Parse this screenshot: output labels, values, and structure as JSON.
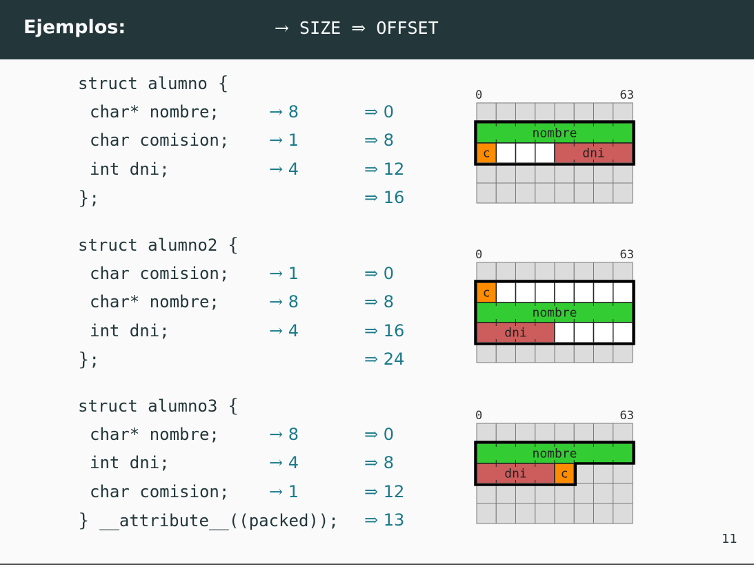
{
  "header": {
    "title": "Ejemplos:",
    "size_arrow": "→",
    "size_label": "SIZE",
    "offset_arrow": "⇒",
    "offset_label": "OFFSET"
  },
  "structs": [
    {
      "open": "struct alumno",
      "fields": [
        {
          "decl": "char* nombre;",
          "size": "8",
          "offset": "0"
        },
        {
          "decl": "char comision;",
          "size": "1",
          "offset": "8"
        },
        {
          "decl": "int dni;",
          "size": "4",
          "offset": "12"
        }
      ],
      "close": ";",
      "total": "16"
    },
    {
      "open": "struct alumno2",
      "fields": [
        {
          "decl": "char comision;",
          "size": "1",
          "offset": "0"
        },
        {
          "decl": "char* nombre;",
          "size": "8",
          "offset": "8"
        },
        {
          "decl": "int dni;",
          "size": "4",
          "offset": "16"
        }
      ],
      "close": ";",
      "total": "24"
    },
    {
      "open": "struct alumno3",
      "fields": [
        {
          "decl": "char* nombre;",
          "size": "8",
          "offset": "0"
        },
        {
          "decl": "int dni;",
          "size": "4",
          "offset": "8"
        },
        {
          "decl": "char comision;",
          "size": "1",
          "offset": "12"
        }
      ],
      "close": "__attribute__((packed));",
      "total": "13"
    }
  ],
  "diagrams": [
    {
      "bit_start": "0",
      "bit_end": "63",
      "rows": [
        [],
        [
          {
            "label": "nombre",
            "start": 0,
            "len": 8,
            "color": "#33cc33"
          }
        ],
        [
          {
            "label": "c",
            "start": 0,
            "len": 1,
            "color": "#ff8c00"
          },
          {
            "label": "",
            "start": 1,
            "len": 3,
            "color": "#ffffff"
          },
          {
            "label": "dni",
            "start": 4,
            "len": 4,
            "color": "#cd5c5c"
          }
        ],
        [],
        []
      ],
      "outline_rows": [
        1,
        2
      ]
    },
    {
      "bit_start": "0",
      "bit_end": "63",
      "rows": [
        [],
        [
          {
            "label": "c",
            "start": 0,
            "len": 1,
            "color": "#ff8c00"
          },
          {
            "label": "",
            "start": 1,
            "len": 7,
            "color": "#ffffff"
          }
        ],
        [
          {
            "label": "nombre",
            "start": 0,
            "len": 8,
            "color": "#33cc33"
          }
        ],
        [
          {
            "label": "dni",
            "start": 0,
            "len": 4,
            "color": "#cd5c5c"
          },
          {
            "label": "",
            "start": 4,
            "len": 4,
            "color": "#ffffff"
          }
        ],
        []
      ],
      "outline_rows": [
        1,
        2,
        3
      ]
    },
    {
      "bit_start": "0",
      "bit_end": "63",
      "rows": [
        [],
        [
          {
            "label": "nombre",
            "start": 0,
            "len": 8,
            "color": "#33cc33"
          }
        ],
        [
          {
            "label": "dni",
            "start": 0,
            "len": 4,
            "color": "#cd5c5c"
          },
          {
            "label": "c",
            "start": 4,
            "len": 1,
            "color": "#ff8c00"
          }
        ],
        [],
        []
      ],
      "outline_rows": [
        1,
        2
      ]
    }
  ],
  "page_number": "11"
}
